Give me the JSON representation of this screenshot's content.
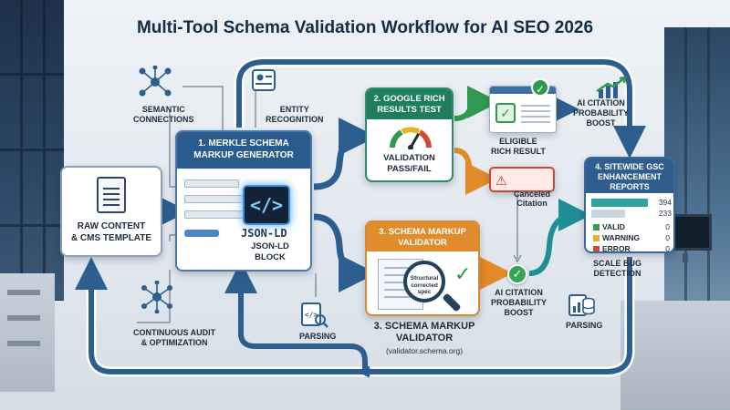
{
  "title": "Multi-Tool Schema Validation Workflow for AI SEO 2026",
  "raw_content": {
    "label": "RAW CONTENT\n& CMS TEMPLATE"
  },
  "merkle": {
    "header": "1. MERKLE SCHEMA\nMARKUP GENERATOR",
    "code_glyph": "</>",
    "code_tag": "JSON-LD",
    "block_label": "JSON-LD\nBLOCK"
  },
  "google": {
    "header": "2. GOOGLE RICH\nRESULTS TEST",
    "sub": "VALIDATION\nPASS/FAIL"
  },
  "eligible_label": "ELIGIBLE\nRICH RESULT",
  "ai_boost_top": "AI CITATION\nPROBABILITY\nBOOST",
  "canceled_label": "Canceled\nCitation",
  "validator": {
    "header": "3. SCHEMA MARKUP\nVALIDATOR",
    "lens_text": "Structural\ncorrected\nspec",
    "bottom_title": "3. SCHEMA MARKUP\nVALIDATOR",
    "bottom_url": "(validator.schema.org)"
  },
  "ai_boost_bottom": "AI CITATION\nPROBABILITY\nBOOST",
  "gsc": {
    "header": "4. SITEWIDE GSC\nENHANCEMENT\nREPORTS",
    "bars": [
      {
        "value": 394,
        "color": "#2fa3a0"
      },
      {
        "value": 233,
        "color": "#c9d6e2"
      }
    ],
    "stats": [
      {
        "label": "VALID",
        "value": "0",
        "color": "#3a9a4c"
      },
      {
        "label": "WARNING",
        "value": "0",
        "color": "#e6b323"
      },
      {
        "label": "ERROR",
        "value": "0",
        "color": "#d24a36"
      }
    ]
  },
  "side_labels": {
    "semantic": "SEMANTIC\nCONNECTIONS",
    "entity": "ENTITY\nRECOGNITION",
    "parsing_left": "PARSING",
    "parsing_right": "PARSING",
    "scale_bug": "SCALE BUG\nDETECTION",
    "audit": "CONTINUOUS AUDIT\n& OPTIMIZATION"
  },
  "icons": {
    "network": "network-hub-icon",
    "entity": "entity-card-icon",
    "gauge": "gauge-icon",
    "warning": "warning-triangle-icon",
    "check": "check-icon",
    "magnifier": "magnifier-icon",
    "code": "code-brackets-icon",
    "chart": "bar-chart-icon",
    "database": "database-icon"
  }
}
